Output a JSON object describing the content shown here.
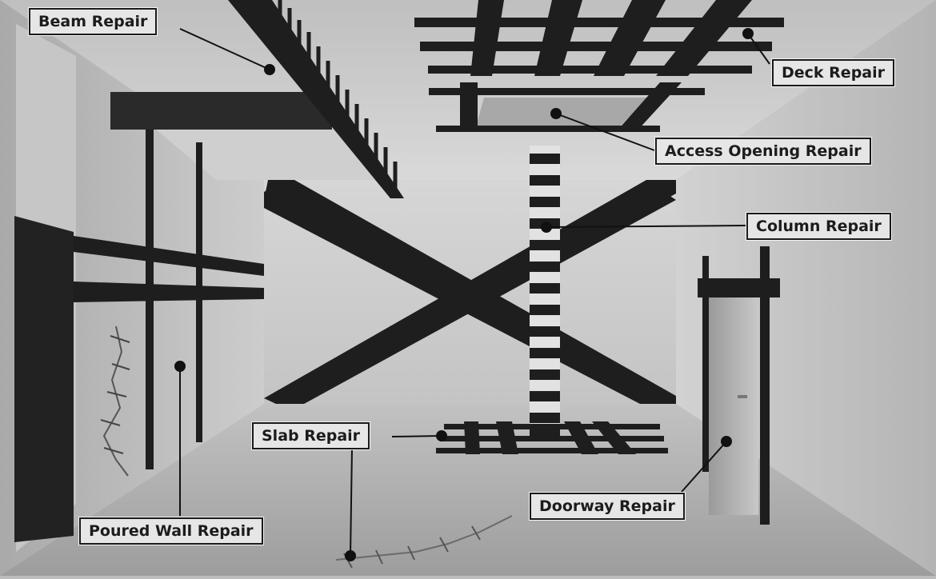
{
  "labels": {
    "beam": "Beam Repair",
    "deck": "Deck Repair",
    "access": "Access Opening Repair",
    "column": "Column Repair",
    "slab": "Slab Repair",
    "doorway": "Doorway Repair",
    "wall": "Poured Wall Repair"
  },
  "colors": {
    "carbon_fiber": "#1e1e1e",
    "concrete": "#c9c9c9",
    "label_bg": "#e6e6e6",
    "label_border": "#1a1a1a"
  }
}
